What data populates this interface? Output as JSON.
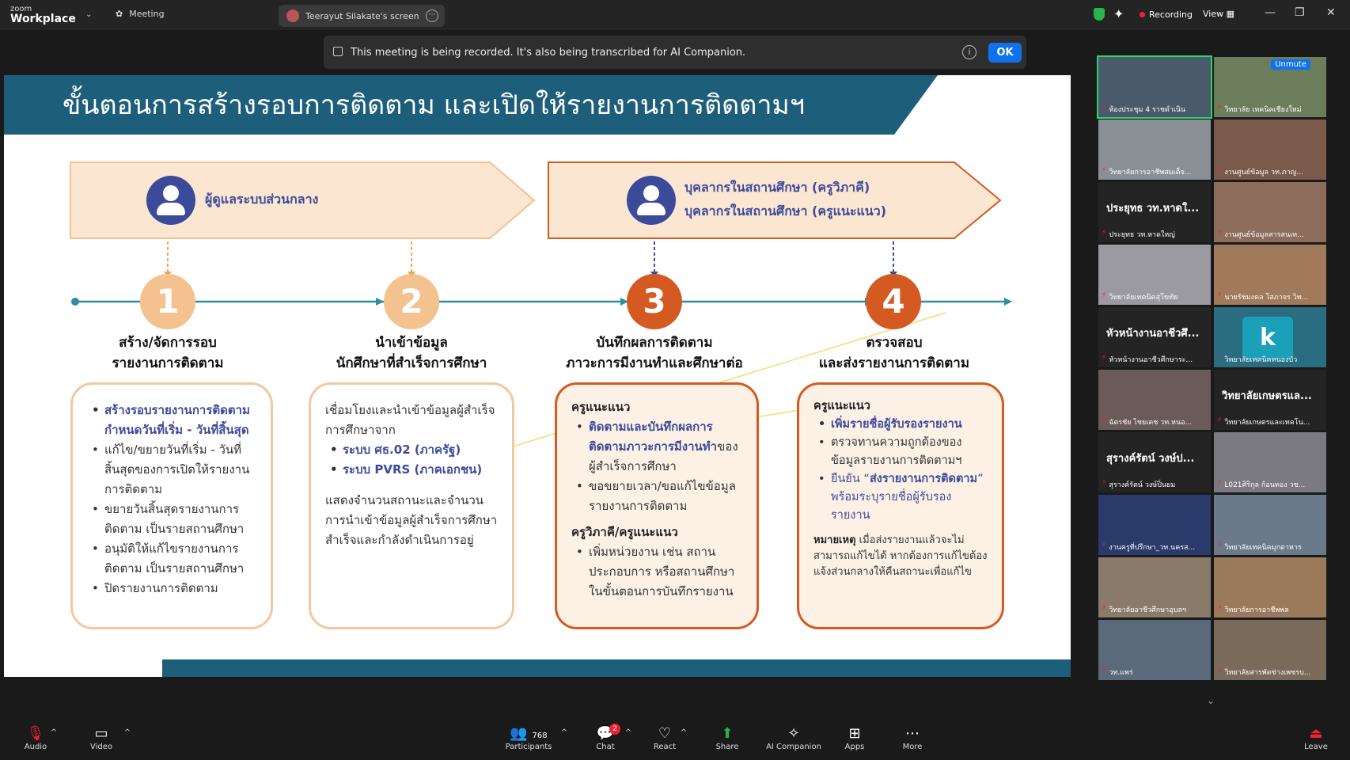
{
  "app": {
    "logo_top": "zoom",
    "logo_bottom": "Workplace",
    "meeting_label": "Meeting",
    "screen_share_label": "Teerayut Silakate's screen",
    "recording_label": "Recording",
    "view_label": "View"
  },
  "banner": {
    "text": "This meeting is being recorded. It's also being transcribed for AI Companion.",
    "ok_label": "OK"
  },
  "slide": {
    "title": "ขั้นตอนการสร้างรอบการติดตาม และเปิดให้รายงานการติดตามฯ",
    "role_left": "ผู้ดูแลระบบส่วนกลาง",
    "role_right_1": "บุคลากรในสถานศึกษา (ครูวิภาคี)",
    "role_right_2": "บุคลากรในสถานศึกษา (ครูแนะแนว)",
    "steps": [
      {
        "num": "1",
        "title1": "สร้าง/จัดการรอบ",
        "title2": "รายงานการติดตาม"
      },
      {
        "num": "2",
        "title1": "นำเข้าข้อมูล",
        "title2": "นักศึกษาที่สำเร็จการศึกษา"
      },
      {
        "num": "3",
        "title1": "บันทึกผลการติดตาม",
        "title2": "ภาวะการมีงานทำและศึกษาต่อ"
      },
      {
        "num": "4",
        "title1": "ตรวจสอบ",
        "title2": "และส่งรายงานการติดตาม"
      }
    ],
    "card1": {
      "b1": "สร้างรอบรายงานการติดตาม กำหนดวันที่เริ่ม - วันที่สิ้นสุด",
      "b2": "แก้ไข/ขยายวันที่เริ่ม - วันที่สิ้นสุดของการเปิดให้รายงานการติดตาม",
      "b3": "ขยายวันสิ้นสุดรายงานการติดตาม เป็นรายสถานศึกษา",
      "b4": "อนุมัติให้แก้ไขรายงานการติดตาม เป็นรายสถานศึกษา",
      "b5": "ปิดรายงานการติดตาม"
    },
    "card2": {
      "intro": "เชื่อมโยงและนำเข้าข้อมูลผู้สำเร็จการศึกษาจาก",
      "b1": "ระบบ ศธ.02 (ภาครัฐ)",
      "b2": "ระบบ PVRS (ภาคเอกชน)",
      "note": "แสดงจำนวนสถานะและจำนวนการนำเข้าข้อมูลผู้สำเร็จการศึกษา สำเร็จและกำลังดำเนินการอยู่"
    },
    "card3": {
      "h1": "ครูแนะแนว",
      "b1_blue": "ติดตามและบันทึกผลการติดตามภาวะการมีงานทำ",
      "b1_rest": "ของผู้สำเร็จการศึกษา",
      "b2": "ขอขยายเวลา/ขอแก้ไขข้อมูลรายงานการติดตาม",
      "h2": "ครูวิภาคี/ครูแนะแนว",
      "b3": "เพิ่มหน่วยงาน เช่น สถานประกอบการ หรือสถานศึกษาในขั้นตอนการบันทึกรายงาน"
    },
    "card4": {
      "h1": "ครูแนะแนว",
      "b1": "เพิ่มรายชื่อผู้รับรองรายงาน",
      "b2": "ตรวจทานความถูกต้องของข้อมูลรายงานการติดตามฯ",
      "b3_a": "ยืนยัน “",
      "b3_b": "ส่งรายงานการติดตาม",
      "b3_c": "” พร้อมระบุรายชื่อผู้รับรองรายงาน",
      "note_h": "หมายเหตุ",
      "note": " เมื่อส่งรายงานแล้วจะไม่สามารถแก้ไขได้ หากต้องการแก้ไขต้องแจ้งส่วนกลางให้คืนสถานะเพื่อแก้ไข"
    }
  },
  "participants": {
    "tiles": [
      {
        "name": "ห้องประชุม 4 ราชดำเนิน",
        "big": ""
      },
      {
        "name": "วิทยาลัย เทคนิคเชียงใหม่",
        "big": "",
        "unmute": "Unmute"
      },
      {
        "name": "วิทยาลัยการอาชีพสมเด็จ...",
        "big": ""
      },
      {
        "name": "งานศูนย์ข้อมูล วท.ภาญ...",
        "big": ""
      },
      {
        "name": "ประยุทธ วท.หาดใหญ่",
        "big": "ประยุทธ วท.หาดใ..."
      },
      {
        "name": "งานศูนย์ข้อมูลสารสนเท...",
        "big": ""
      },
      {
        "name": "วิทยาลัยเทคนิคสุโขทัย",
        "big": ""
      },
      {
        "name": "นายรัชมงคล โสภาจร วิท...",
        "big": ""
      },
      {
        "name": "หัวหน้างานอาชีวศึกษาระ...",
        "big": "หัวหน้างานอาชีวศึ..."
      },
      {
        "name": "วิทยาลัยเทคนิคหนองบัว",
        "big": "k"
      },
      {
        "name": "ฉัตรชัย ไชยเดช วท.หนอ...",
        "big": ""
      },
      {
        "name": "วิทยาลัยเกษตรและเทคโน...",
        "big": "วิทยาลัยเกษตรแล..."
      },
      {
        "name": "สุรางค์รัตน์ วงษ์ปิ่นยม",
        "big": "สุรางค์รัตน์ วงษ์ป..."
      },
      {
        "name": "L021ศิริกุล ก้อนทอง วช...",
        "big": ""
      },
      {
        "name": "งานครูที่ปรึกษา_วท.นครส...",
        "big": ""
      },
      {
        "name": "วิทยาลัยเทคนิคมุกดาหาร",
        "big": ""
      },
      {
        "name": "วิทยาลัยอาชีวศึกษาอุบลฯ",
        "big": ""
      },
      {
        "name": "วิทยาลัยการอาชีพพล",
        "big": ""
      },
      {
        "name": "วท.แพร่",
        "big": ""
      },
      {
        "name": "วิทยาลัยสารพัดช่างเพชรบ...",
        "big": ""
      }
    ]
  },
  "toolbar": {
    "audio": "Audio",
    "video": "Video",
    "participants": "Participants",
    "participants_count": "768",
    "chat": "Chat",
    "chat_badge": "2",
    "react": "React",
    "share": "Share",
    "ai": "AI Companion",
    "apps": "Apps",
    "more": "More",
    "leave": "Leave"
  },
  "colors": {
    "slide_header": "#1d5f7a",
    "accent_orange": "#d45a22",
    "light_orange": "#f4c28e",
    "navy": "#3c4a9a",
    "zoom_blue": "#0e72ed"
  }
}
